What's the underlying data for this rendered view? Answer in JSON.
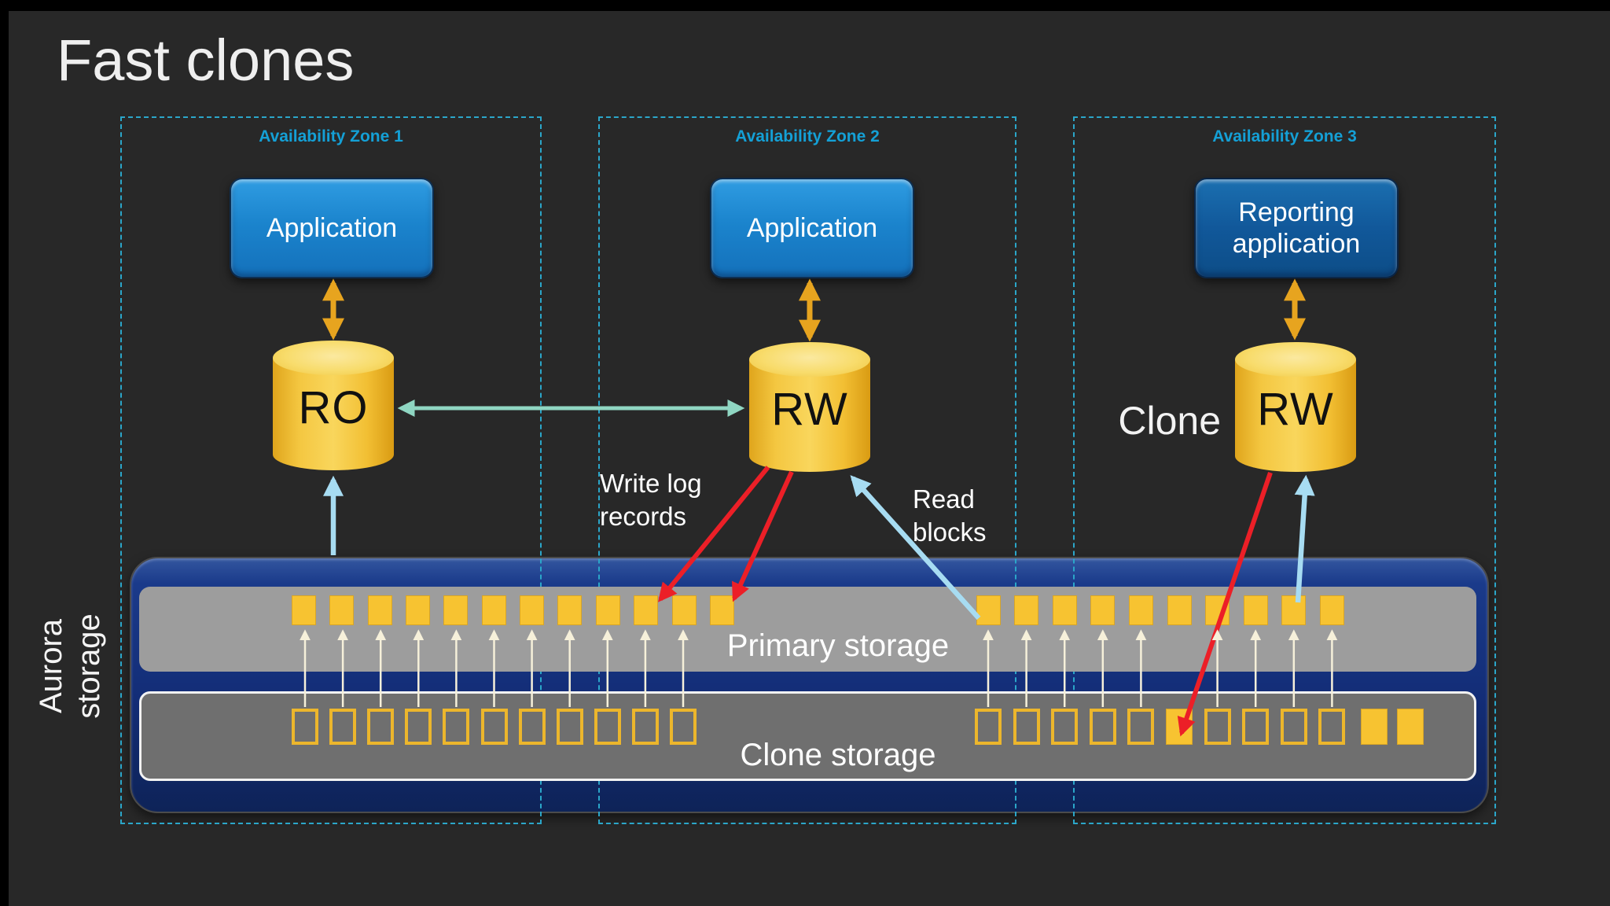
{
  "slide": {
    "title": "Fast clones"
  },
  "zones": [
    {
      "label": "Availability Zone 1",
      "app": "Application",
      "db": "RO"
    },
    {
      "label": "Availability Zone 2",
      "app": "Application",
      "db": "RW"
    },
    {
      "label": "Availability Zone 3",
      "app": "Reporting application",
      "db": "RW",
      "db_prefix": "Clone"
    }
  ],
  "storage": {
    "side_label": "Aurora storage",
    "primary_label": "Primary storage",
    "clone_label": "Clone storage",
    "primary_segments": {
      "left_count": 12,
      "right_count": 10
    },
    "clone_segments": {
      "left_count": 11,
      "right_count": 10,
      "right_filled_index": 5,
      "right_extra_solid_count": 2
    }
  },
  "annotations": {
    "write": "Write log records",
    "read": "Read blocks"
  },
  "colors": {
    "background": "#282828",
    "zone_border": "#2BA6C9",
    "zone_label": "#14A0D6",
    "app_blue": "#1B84CD",
    "reporting_blue": "#11589A",
    "cylinder_gold": "#F2C233",
    "storage_navy": "#14307D",
    "primary_gray": "#9D9D9D",
    "clone_gray": "#6F6F6F",
    "segment_yellow": "#F7C331",
    "arrow_orange": "#E7A41F",
    "arrow_teal": "#8FD6C2",
    "arrow_lightblue": "#A7DCF2",
    "arrow_red": "#EC1F27",
    "arrow_cream": "#F6F0DA"
  }
}
